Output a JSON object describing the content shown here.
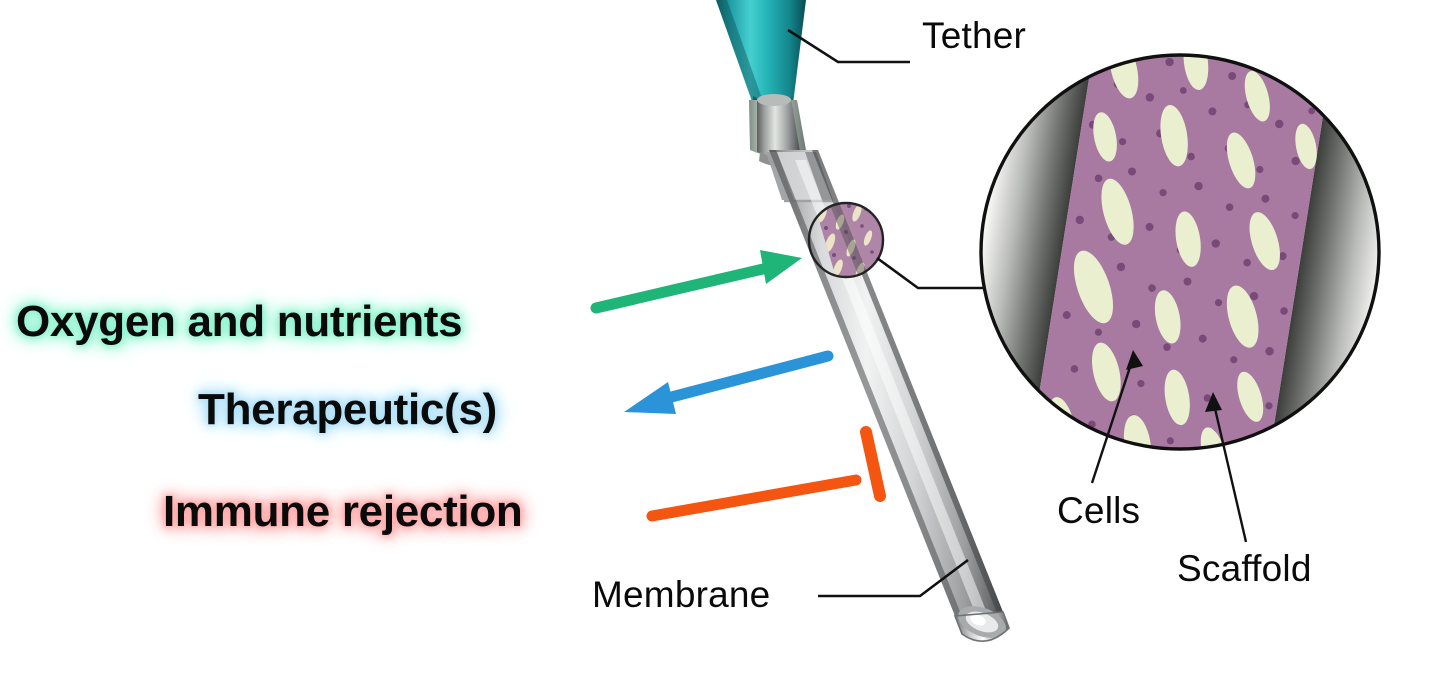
{
  "figure": {
    "kind": "cell-encapsulation-device-diagram",
    "background_color": "#ffffff"
  },
  "callouts": [
    {
      "id": "tether",
      "label": "Tether",
      "color": "#0a0a0a"
    },
    {
      "id": "membrane",
      "label": "Membrane",
      "color": "#0a0a0a"
    },
    {
      "id": "cells",
      "label": "Cells",
      "color": "#0a0a0a"
    },
    {
      "id": "scaffold",
      "label": "Scaffold",
      "color": "#0a0a0a"
    }
  ],
  "transport_labels": [
    {
      "id": "oxygen",
      "label": "Oxygen and nutrients",
      "glow_color": "#8df3cf",
      "marker": "arrow-into-device",
      "marker_color": "#1fb478"
    },
    {
      "id": "therapeutics",
      "label": "Therapeutic(s)",
      "glow_color": "#aee0f8",
      "marker": "arrow-out-of-device",
      "marker_color": "#2b94d9"
    },
    {
      "id": "immune",
      "label": "Immune rejection",
      "glow_color": "#ffa7a7",
      "marker": "inhibition-bar",
      "marker_color": "#f45510"
    }
  ],
  "device": {
    "tether_color": "#27b4b4",
    "tether_color_dark": "#12696e",
    "collar_color": "#9a9a9a",
    "membrane_color": "#c9c9c9",
    "membrane_edge_color": "#5d5d5d"
  },
  "inset": {
    "name": "histology-magnification",
    "outline_color": "#101010",
    "tissue_color": "#9b6a93",
    "scaffold_color": "#e8eed2",
    "wall_color": "#8e8e8e"
  }
}
